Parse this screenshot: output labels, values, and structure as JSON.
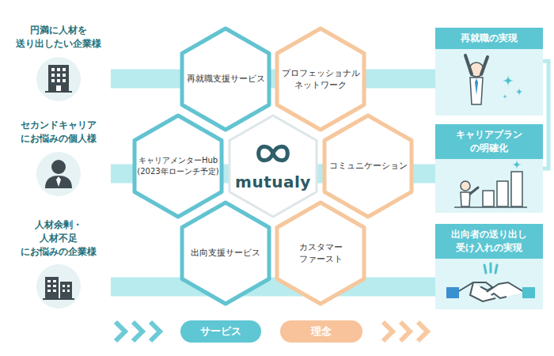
{
  "diagram": {
    "nodes": [
      {
        "text": [
          "円満に人材を 送り出したい企業様"
        ]
      },
      {
        "text": [
          "再就職支援サービス"
        ]
      },
      {
        "text": [
          "プロフェッショナル ネットワーク"
        ]
      },
      {
        "text": [
          "再就職の実現"
        ]
      },
      {
        "text": [
          "セカンドキャリア にお悩みの個人様"
        ]
      },
      {
        "text": [
          "キャリアメンターHub",
          "(2023年ローンチ予定)"
        ]
      },
      {
        "text": [
          "mutualy"
        ]
      },
      {
        "text": [
          "コミュニケーション"
        ]
      },
      {
        "text": [
          "キャリアプラン の明確化"
        ]
      },
      {
        "text": [
          "人材余剰・人材不足 にお悩みの企業様"
        ]
      },
      {
        "text": [
          "出向支援サービス"
        ]
      },
      {
        "text": [
          "カスタマー ファースト"
        ]
      },
      {
        "text": [
          "出向者の送り出し 受け入れの実現"
        ]
      },
      {
        "text": [
          "サービス"
        ]
      },
      {
        "text": [
          "理念"
        ]
      }
    ],
    "edges": [
      {
        "from": 0,
        "to": 3,
        "arrow": "none"
      },
      {
        "from": 4,
        "to": 8,
        "arrow": "none"
      },
      {
        "from": 9,
        "to": 12,
        "arrow": "none"
      },
      {
        "from": 3,
        "to": 8,
        "arrow": "none"
      }
    ]
  }
}
